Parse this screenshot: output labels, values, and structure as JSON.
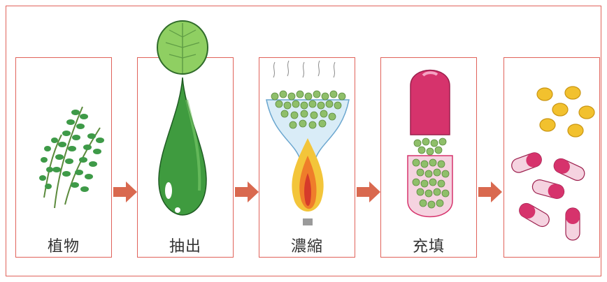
{
  "steps": [
    {
      "id": "plant",
      "label": "植物",
      "icon": "plant-leaves-icon"
    },
    {
      "id": "extract",
      "label": "抽出",
      "icon": "leaf-drop-icon"
    },
    {
      "id": "concentrate",
      "label": "濃縮",
      "icon": "flask-flame-icon"
    },
    {
      "id": "fill",
      "label": "充填",
      "icon": "capsule-filling-icon"
    },
    {
      "id": "product",
      "label": "",
      "icon": "pills-capsules-icon"
    }
  ],
  "colors": {
    "border": "#e0625a",
    "arrow": "#d9694f",
    "leaf": "#3e9a48",
    "capsule": "#d6336c",
    "tablet": "#f2c12e"
  }
}
